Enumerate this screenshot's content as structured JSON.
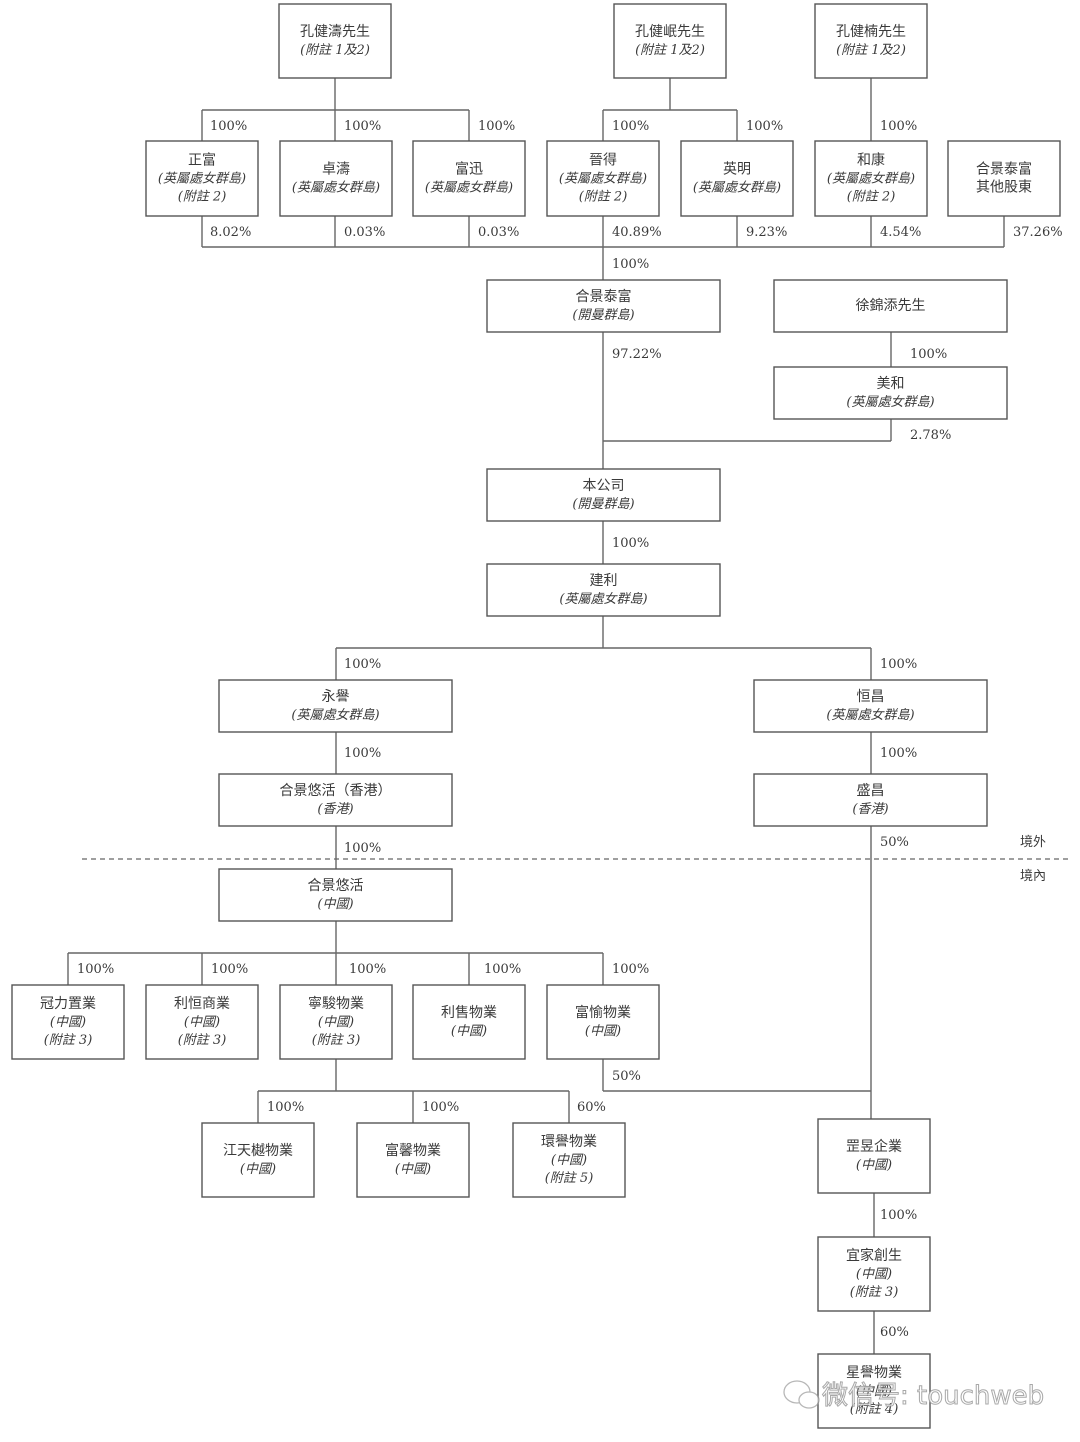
{
  "title": "Group shareholding structure chart",
  "entities": {
    "kong_jiantao": {
      "name": "孔健濤先生",
      "lines": [
        "(附註 1及2)"
      ]
    },
    "kong_jianmin": {
      "name": "孔健岷先生",
      "lines": [
        "(附註 1及2)"
      ]
    },
    "kong_jiannan": {
      "name": "孔健楠先生",
      "lines": [
        "(附註 1及2)"
      ]
    },
    "zhengfu": {
      "name": "正富",
      "lines": [
        "(英屬處女群島)",
        "(附註 2)"
      ]
    },
    "zhuotao": {
      "name": "卓濤",
      "lines": [
        "(英屬處女群島)"
      ]
    },
    "fuxun": {
      "name": "富迅",
      "lines": [
        "(英屬處女群島)"
      ]
    },
    "jinde": {
      "name": "晉得",
      "lines": [
        "(英屬處女群島)",
        "(附註 2)"
      ]
    },
    "yingming": {
      "name": "英明",
      "lines": [
        "(英屬處女群島)"
      ]
    },
    "hekang": {
      "name": "和康",
      "lines": [
        "(英屬處女群島)",
        "(附註 2)"
      ]
    },
    "other_shareholders": {
      "name": "合景泰富",
      "lines": [
        "其他股東"
      ]
    },
    "kwg": {
      "name": "合景泰富",
      "lines": [
        "(開曼群島)"
      ]
    },
    "xu_jintian": {
      "name": "徐錦添先生",
      "lines": []
    },
    "meihe": {
      "name": "美和",
      "lines": [
        "(英屬處女群島)"
      ]
    },
    "company": {
      "name": "本公司",
      "lines": [
        "(開曼群島)"
      ]
    },
    "jianli": {
      "name": "建利",
      "lines": [
        "(英屬處女群島)"
      ]
    },
    "yongyu": {
      "name": "永譽",
      "lines": [
        "(英屬處女群島)"
      ]
    },
    "hengchang": {
      "name": "恒昌",
      "lines": [
        "(英屬處女群島)"
      ]
    },
    "kwg_living_hk": {
      "name": "合景悠活（香港）",
      "lines": [
        "(香港)"
      ]
    },
    "shengchang": {
      "name": "盛昌",
      "lines": [
        "(香港)"
      ]
    },
    "kwg_living_cn": {
      "name": "合景悠活",
      "lines": [
        "(中國)"
      ]
    },
    "guanli": {
      "name": "冠力置業",
      "lines": [
        "(中國)",
        "(附註 3)"
      ]
    },
    "liheng": {
      "name": "利恒商業",
      "lines": [
        "(中國)",
        "(附註 3)"
      ]
    },
    "ningjun": {
      "name": "寧駿物業",
      "lines": [
        "(中國)",
        "(附註 3)"
      ]
    },
    "lishou": {
      "name": "利售物業",
      "lines": [
        "(中國)"
      ]
    },
    "fuyu": {
      "name": "富愉物業",
      "lines": [
        "(中國)"
      ]
    },
    "jiangtianshu": {
      "name": "江天樾物業",
      "lines": [
        "(中國)"
      ]
    },
    "fuxin": {
      "name": "富馨物業",
      "lines": [
        "(中國)"
      ]
    },
    "huanyu": {
      "name": "環譽物業",
      "lines": [
        "(中國)",
        "(附註 5)"
      ]
    },
    "gangyu": {
      "name": "罡昱企業",
      "lines": [
        "(中國)"
      ]
    },
    "yijia": {
      "name": "宜家創生",
      "lines": [
        "(中國)",
        "(附註 3)"
      ]
    },
    "xingyu": {
      "name": "星譽物業",
      "lines": [
        "(中國)",
        "(附註 4)"
      ]
    }
  },
  "percentages": {
    "kong_jiantao_zhengfu": "100%",
    "kong_jiantao_zhuotao": "100%",
    "kong_jiantao_fuxun": "100%",
    "kong_jianmin_jinde": "100%",
    "kong_jianmin_yingming": "100%",
    "kong_jiannan_hekang": "100%",
    "zhengfu_kwg": "8.02%",
    "zhuotao_kwg": "0.03%",
    "fuxun_kwg": "0.03%",
    "jinde_kwg": "40.89%",
    "yingming_kwg": "9.23%",
    "hekang_kwg": "4.54%",
    "others_kwg": "37.26%",
    "bus_kwg": "100%",
    "kwg_company": "97.22%",
    "xu_meihe": "100%",
    "meihe_company": "2.78%",
    "company_jianli": "100%",
    "jianli_yongyu": "100%",
    "jianli_hengchang": "100%",
    "yongyu_kwghk": "100%",
    "hengchang_shengchang": "100%",
    "kwghk_kwgcn": "100%",
    "shengchang_gangyu": "50%",
    "cn_guanli": "100%",
    "cn_liheng": "100%",
    "cn_ningjun": "100%",
    "cn_lishou": "100%",
    "cn_fuyu": "100%",
    "fuyu_gangyu": "50%",
    "ningjun_jiangtianshu": "100%",
    "ningjun_fuxin": "100%",
    "ningjun_huanyu": "60%",
    "gangyu_yijia": "100%",
    "yijia_xingyu": "60%"
  },
  "regions": {
    "offshore": "境外",
    "onshore": "境內"
  },
  "watermark": {
    "icon": "wechat-icon",
    "text": "微信号: touchweb"
  }
}
